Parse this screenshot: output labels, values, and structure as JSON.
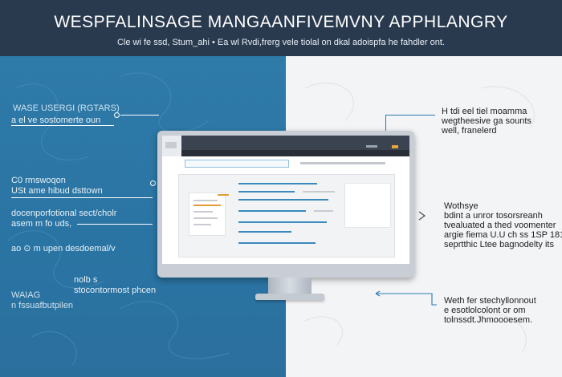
{
  "header": {
    "title": "WESPFALINSAGE MANGAANFIVEMVNY APPHLANGRY",
    "subtitle": "Cle wi fe ssd, Stum_ahi • Ea wl Rvdi,frerg vele tiolal on dkal adoispfa he fahdler ont."
  },
  "left_annotations": [
    {
      "lines": [
        "WASE USERGI (RGTARS)"
      ],
      "kind": "heading"
    },
    {
      "lines": [
        "a el ve sostomerte oun"
      ],
      "kind": "text"
    },
    {
      "lines": [
        "C0   rmswoqon",
        "USt ame hibud dsttown"
      ],
      "kind": "text"
    },
    {
      "lines": [
        "docenporfotional sect/cholr",
        "asem m fo uds,"
      ],
      "kind": "text"
    },
    {
      "lines": [
        "ao ⊙ m    upen desdoemal/v"
      ],
      "kind": "text"
    },
    {
      "lines": [
        "nolb s",
        "stocontormost phcen"
      ],
      "kind": "text"
    },
    {
      "lines": [
        "WAIAG",
        "n fssuafbutpilen"
      ],
      "kind": "heading"
    }
  ],
  "right_annotations": [
    {
      "lines": [
        "H tdi eel tiel moamma",
        "wegtheesive ga sounts",
        "well, franelerd"
      ]
    },
    {
      "lines": [
        "Wothsye",
        "bdint a unror tosorsreanh",
        "tvealuated a thed voomenter",
        "argie fiema U.U ch ss 1SP 181",
        "seprtthic Ltee bagnodelty its"
      ]
    },
    {
      "lines": [
        "Weth fer stechyllonnout",
        "e esotlolcolont or om",
        "tolnssdt.Jhmoooesem."
      ]
    }
  ],
  "colors": {
    "header_bg": "#2a3a4e",
    "left_bg": "#2e7aa8",
    "right_bg": "#f3f4f6",
    "accent_blue": "#2a7ab0",
    "accent_orange": "#e3a63a"
  },
  "icons": {
    "monitor": "monitor-icon",
    "arrow": "arrow-icon"
  }
}
